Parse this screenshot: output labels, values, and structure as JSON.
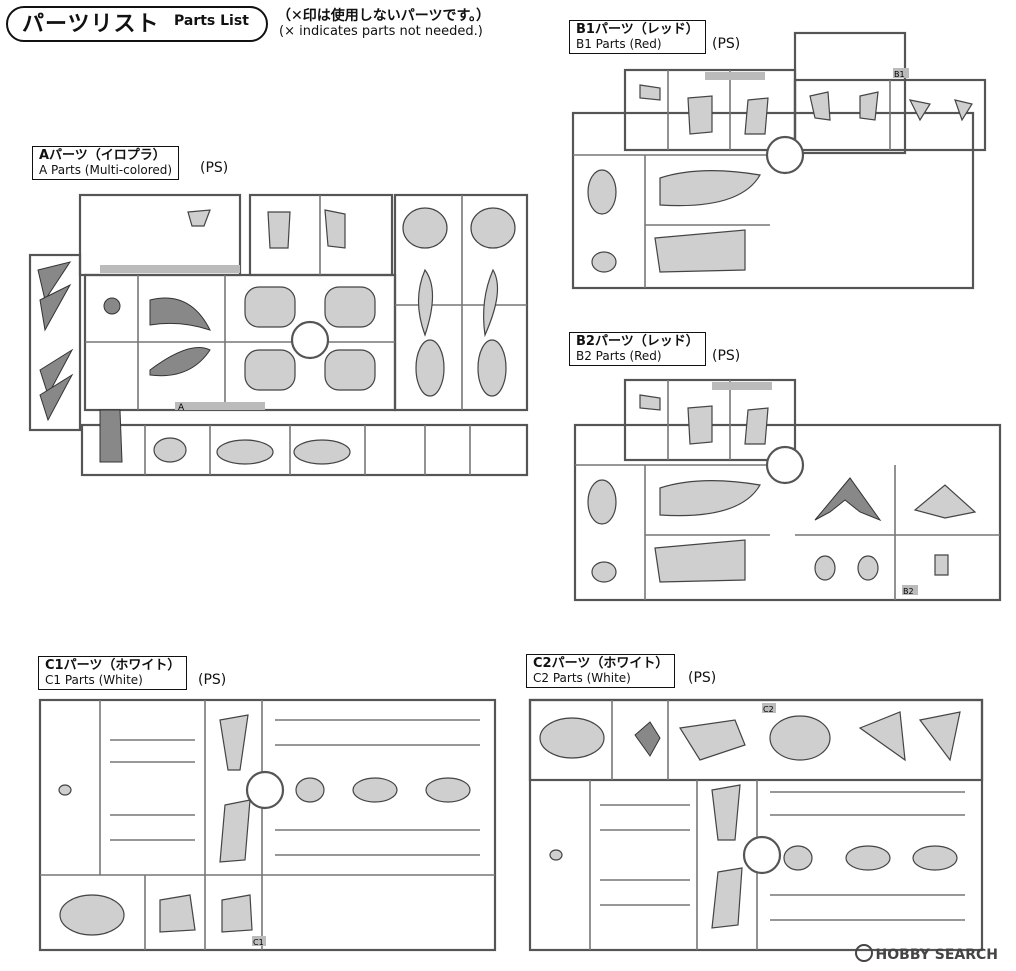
{
  "header": {
    "title_jp": "パーツリスト",
    "title_en": "Parts List",
    "note_jp": "（✕印は使用しないパーツです。）",
    "note_en": "(× indicates parts not needed.)"
  },
  "sprues": {
    "a": {
      "name_jp": "Aパーツ（イロプラ）",
      "name_en": "A Parts (Multi-colored)",
      "material": "(PS)",
      "tag": "A"
    },
    "b1": {
      "name_jp": "B1パーツ（レッド）",
      "name_en": "B1 Parts (Red)",
      "material": "(PS)",
      "tag": "B1"
    },
    "b2": {
      "name_jp": "B2パーツ（レッド）",
      "name_en": "B2 Parts (Red)",
      "material": "(PS)",
      "tag": "B2"
    },
    "c1": {
      "name_jp": "C1パーツ（ホワイト）",
      "name_en": "C1 Parts (White)",
      "material": "(PS)",
      "tag": "C1"
    },
    "c2": {
      "name_jp": "C2パーツ（ホワイト）",
      "name_en": "C2 Parts (White)",
      "material": "(PS)",
      "tag": "C2"
    }
  },
  "watermark": {
    "brand": "HOBBY SEARCH"
  }
}
